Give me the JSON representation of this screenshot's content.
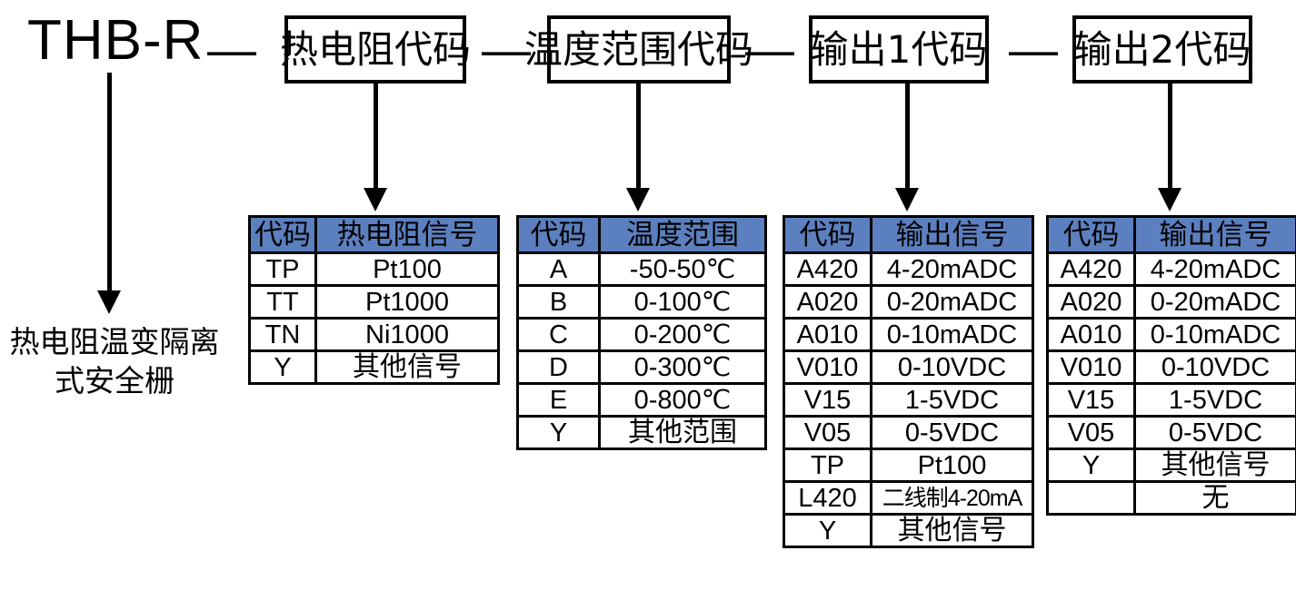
{
  "title_model": "THB-R",
  "separator": "—",
  "product_description": "热电阻温变隔离式安全栅",
  "accent_header_color": "#5C80BF",
  "code_boxes": [
    {
      "label": "热电阻代码"
    },
    {
      "label": "温度范围代码"
    },
    {
      "label": "输出1代码"
    },
    {
      "label": "输出2代码"
    }
  ],
  "tables": [
    {
      "name": "rtd-code-table",
      "headers": [
        "代码",
        "热电阻信号"
      ],
      "rows": [
        [
          "TP",
          "Pt100"
        ],
        [
          "TT",
          "Pt1000"
        ],
        [
          "TN",
          "Ni1000"
        ],
        [
          "Y",
          "其他信号"
        ]
      ]
    },
    {
      "name": "temperature-range-table",
      "headers": [
        "代码",
        "温度范围"
      ],
      "rows": [
        [
          "A",
          "-50-50℃"
        ],
        [
          "B",
          "0-100℃"
        ],
        [
          "C",
          "0-200℃"
        ],
        [
          "D",
          "0-300℃"
        ],
        [
          "E",
          "0-800℃"
        ],
        [
          "Y",
          "其他范围"
        ]
      ]
    },
    {
      "name": "output1-code-table",
      "headers": [
        "代码",
        "输出信号"
      ],
      "rows": [
        [
          "A420",
          "4-20mADC"
        ],
        [
          "A020",
          "0-20mADC"
        ],
        [
          "A010",
          "0-10mADC"
        ],
        [
          "V010",
          "0-10VDC"
        ],
        [
          "V15",
          "1-5VDC"
        ],
        [
          "V05",
          "0-5VDC"
        ],
        [
          "TP",
          "Pt100"
        ],
        [
          "L420",
          "二线制4-20mA"
        ],
        [
          "Y",
          "其他信号"
        ]
      ]
    },
    {
      "name": "output2-code-table",
      "headers": [
        "代码",
        "输出信号"
      ],
      "rows": [
        [
          "A420",
          "4-20mADC"
        ],
        [
          "A020",
          "0-20mADC"
        ],
        [
          "A010",
          "0-10mADC"
        ],
        [
          "V010",
          "0-10VDC"
        ],
        [
          "V15",
          "1-5VDC"
        ],
        [
          "V05",
          "0-5VDC"
        ],
        [
          "Y",
          "其他信号"
        ],
        [
          "",
          "无"
        ]
      ]
    }
  ]
}
